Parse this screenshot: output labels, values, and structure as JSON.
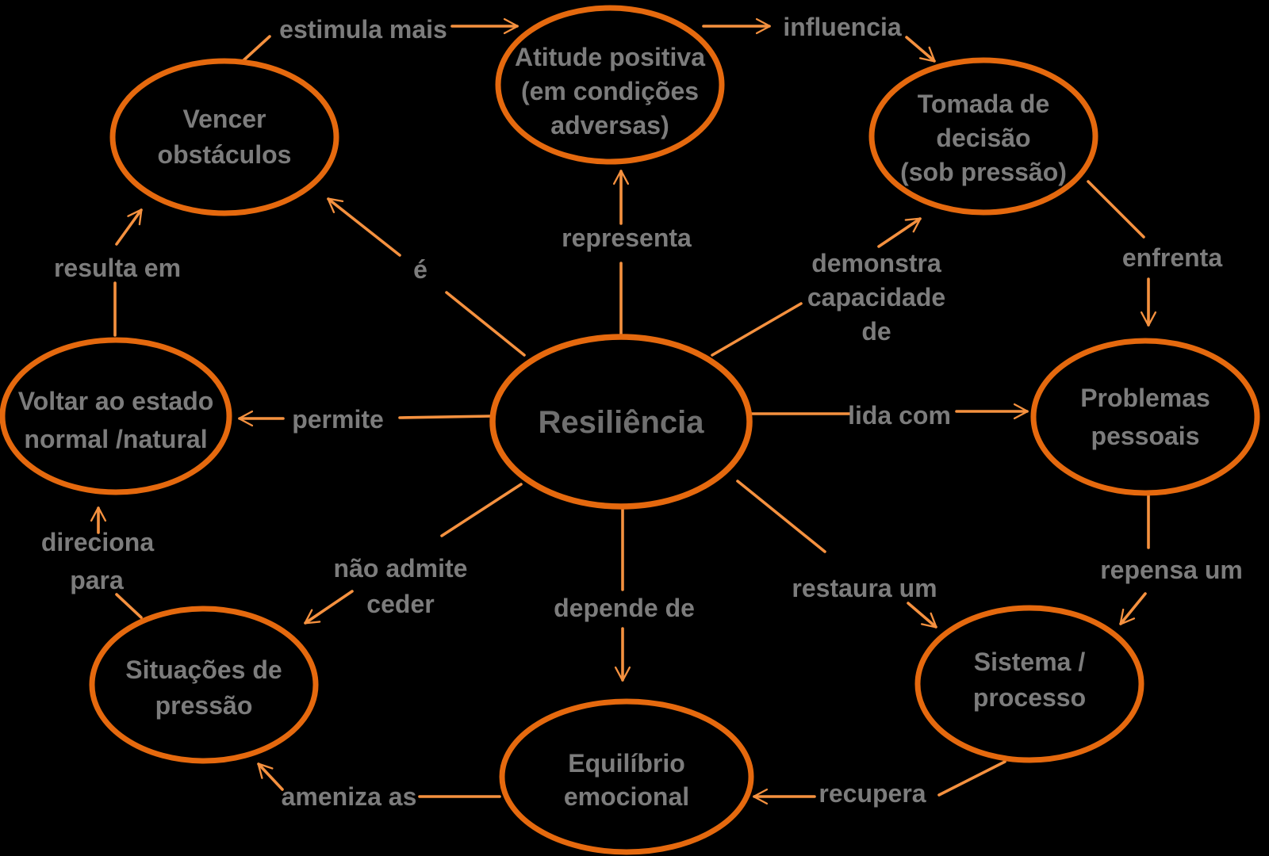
{
  "colors": {
    "background": "#000000",
    "node_border": "#E5690E",
    "connector": "#F5913F",
    "label_text": "#7C7C7C",
    "center_text": "#6F6F6F"
  },
  "nodes": {
    "resiliencia": {
      "lines": [
        "Resiliência"
      ]
    },
    "vencer_obstaculos": {
      "lines": [
        "Vencer",
        "obstáculos"
      ]
    },
    "atitude_positiva": {
      "lines": [
        "Atitude positiva",
        "(em condições",
        "adversas)"
      ]
    },
    "tomada_decisao": {
      "lines": [
        "Tomada de",
        "decisão",
        "(sob pressão)"
      ]
    },
    "voltar_estado": {
      "lines": [
        "Voltar ao estado",
        "normal /natural"
      ]
    },
    "problemas_pessoais": {
      "lines": [
        "Problemas",
        "pessoais"
      ]
    },
    "situacoes_pressao": {
      "lines": [
        "Situações de",
        "pressão"
      ]
    },
    "equilibrio_emocional": {
      "lines": [
        "Equilíbrio",
        "emocional"
      ]
    },
    "sistema_processo": {
      "lines": [
        "Sistema /",
        "processo"
      ]
    }
  },
  "edges": {
    "estimula_mais": {
      "from": "vencer_obstaculos",
      "to": "atitude_positiva",
      "lines": [
        "estimula mais"
      ]
    },
    "influencia": {
      "from": "atitude_positiva",
      "to": "tomada_decisao",
      "lines": [
        "influencia"
      ]
    },
    "representa": {
      "from": "resiliencia",
      "to": "atitude_positiva",
      "lines": [
        "representa"
      ]
    },
    "demonstra_capacidade": {
      "from": "resiliencia",
      "to": "tomada_decisao",
      "lines": [
        "demonstra",
        "capacidade",
        "de"
      ]
    },
    "enfrenta": {
      "from": "tomada_decisao",
      "to": "problemas_pessoais",
      "lines": [
        "enfrenta"
      ]
    },
    "e": {
      "from": "resiliencia",
      "to": "vencer_obstaculos",
      "lines": [
        "é"
      ]
    },
    "resulta_em": {
      "from": "voltar_estado",
      "to": "vencer_obstaculos",
      "lines": [
        "resulta em"
      ]
    },
    "permite": {
      "from": "resiliencia",
      "to": "voltar_estado",
      "lines": [
        "permite"
      ]
    },
    "lida_com": {
      "from": "resiliencia",
      "to": "problemas_pessoais",
      "lines": [
        "lida com"
      ]
    },
    "direciona_para": {
      "from": "situacoes_pressao",
      "to": "voltar_estado",
      "lines": [
        "direciona",
        "para"
      ]
    },
    "nao_admite_ceder": {
      "from": "resiliencia",
      "to": "situacoes_pressao",
      "lines": [
        "não admite",
        "ceder"
      ]
    },
    "depende_de": {
      "from": "resiliencia",
      "to": "equilibrio_emocional",
      "lines": [
        "depende de"
      ]
    },
    "restaura_um": {
      "from": "resiliencia",
      "to": "sistema_processo",
      "lines": [
        "restaura um"
      ]
    },
    "repensa_um": {
      "from": "problemas_pessoais",
      "to": "sistema_processo",
      "lines": [
        "repensa um"
      ]
    },
    "ameniza_as": {
      "from": "equilibrio_emocional",
      "to": "situacoes_pressao",
      "lines": [
        "ameniza as"
      ]
    },
    "recupera": {
      "from": "sistema_processo",
      "to": "equilibrio_emocional",
      "lines": [
        "recupera"
      ]
    }
  }
}
